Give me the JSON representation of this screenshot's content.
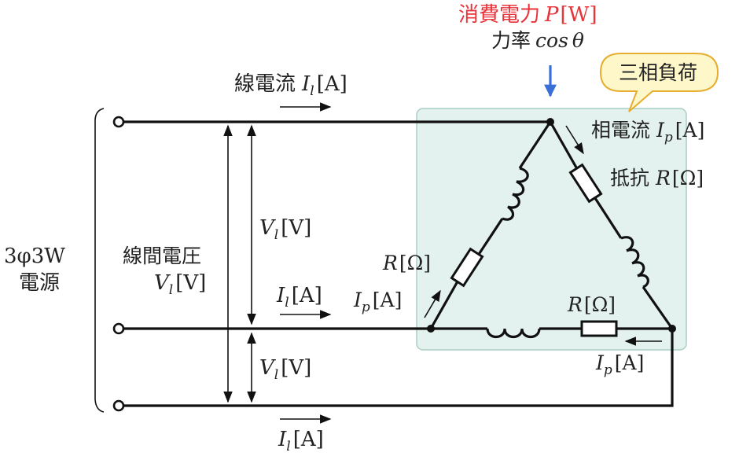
{
  "source": {
    "label_line1": "3φ3W",
    "label_line2": "電源"
  },
  "load": {
    "power_label_jp": "消費電力",
    "power_symbol": "P",
    "power_unit": "[W]",
    "power_factor_label_jp": "力率",
    "power_factor_symbol": "cos θ",
    "callout_label": "三相負荷"
  },
  "line_current": {
    "label_jp": "線電流",
    "symbol": "I",
    "sub": "l",
    "unit": "[A]"
  },
  "phase_current": {
    "label_jp": "相電流",
    "symbol": "I",
    "sub": "p",
    "unit": "[A]"
  },
  "resistance": {
    "label_jp": "抵抗",
    "symbol": "R",
    "unit": "[Ω]"
  },
  "line_voltage": {
    "label_jp": "線間電圧",
    "symbol": "V",
    "sub": "l",
    "unit": "[V]"
  },
  "colors": {
    "accent_red": "#e8333a",
    "accent_blue": "#3a6fd8",
    "load_fill": "#e3f2ee",
    "callout_fill": "#fdf7c9",
    "callout_stroke": "#e6ad2e"
  }
}
